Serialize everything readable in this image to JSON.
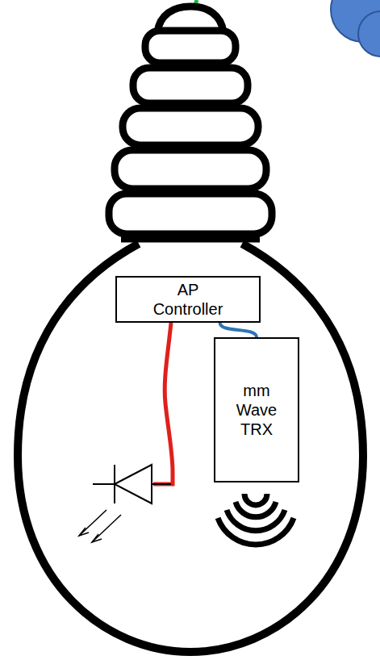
{
  "diagram": {
    "nodes": [
      {
        "text": [
          "AP Controller"
        ]
      },
      {
        "text": [
          "mm Wave TRX"
        ]
      }
    ],
    "edges": [
      {
        "from": 0,
        "to": 1,
        "arrow": "none"
      }
    ]
  }
}
